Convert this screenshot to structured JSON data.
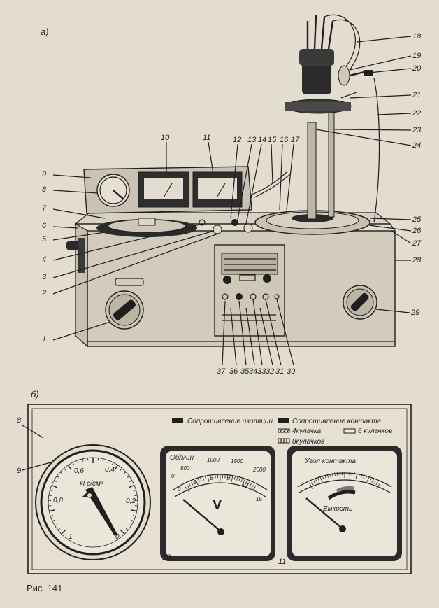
{
  "figure": {
    "caption": "Рис. 141",
    "part_a_label": "а)",
    "part_b_label": "б)"
  },
  "callouts_a": {
    "n1": "1",
    "n2": "2",
    "n3": "3",
    "n4": "4",
    "n5": "5",
    "n6": "6",
    "n7": "7",
    "n8": "8",
    "n9": "9",
    "n10": "10",
    "n11": "11",
    "n12": "12",
    "n13": "13",
    "n14": "14",
    "n15": "15",
    "n16": "16",
    "n17": "17",
    "n18": "18",
    "n19": "19",
    "n20": "20",
    "n21": "21",
    "n22": "22",
    "n23": "23",
    "n24": "24",
    "n25": "25",
    "n26": "26",
    "n27": "27",
    "n28": "28",
    "n29": "29",
    "n30": "30",
    "n31": "31",
    "n32": "32",
    "n33": "33",
    "n34": "34",
    "n35": "35",
    "n36": "36",
    "n37": "37"
  },
  "panel_b": {
    "callouts": {
      "n8": "8",
      "n9": "9",
      "n10": "10",
      "n11": "11"
    },
    "legend": {
      "insulation": "Сопротивление изоляции",
      "contact_resistance": "Сопротивление контакта",
      "cam4": "4кулачка",
      "cam6": "6 кулачков",
      "cam8": "8кулачков"
    },
    "pressure_gauge": {
      "unit": "кГс/см²",
      "ticks": [
        "0,6",
        "0,4",
        "0,8",
        "0,2",
        "1",
        "0"
      ]
    },
    "voltmeter": {
      "rpm_unit": "Об/мин",
      "rpm_ticks": [
        "0",
        "500",
        "1000",
        "1500",
        "2000"
      ],
      "volt_ticks": [
        "0",
        "3",
        "6",
        "9",
        "12",
        "15"
      ],
      "unit": "V"
    },
    "angle_meter": {
      "title": "Угол контакта",
      "subtitle": "Емкость"
    }
  }
}
